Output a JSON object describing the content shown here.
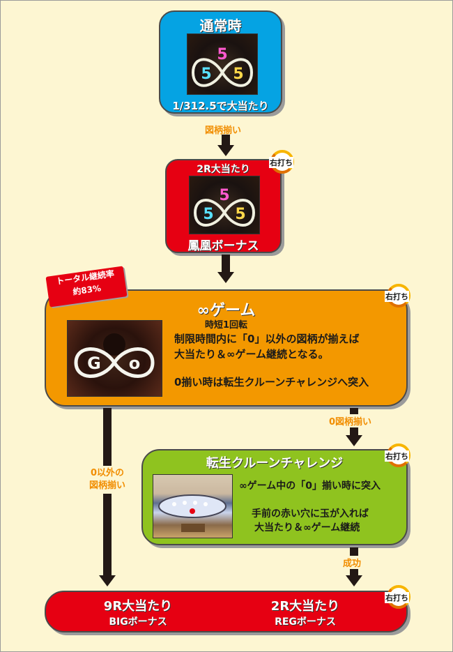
{
  "normal": {
    "title": "通常時",
    "probability": "1/312.5で大当たり",
    "reels": [
      "5",
      "5",
      "5"
    ]
  },
  "arrow1_label": "図柄揃い",
  "hoou": {
    "header": "2R大当たり",
    "title": "鳳凰ボーナス",
    "reels": [
      "5",
      "5",
      "5"
    ]
  },
  "right_hit": "右打ち",
  "ribbon": {
    "line1": "トータル継続率",
    "line2": "約83%"
  },
  "inf": {
    "title": "∞ゲーム",
    "subtitle": "時短1回転",
    "desc1": "制限時間内に「0」以外の図柄が揃えば",
    "desc2": "大当たり＆∞ゲーム継続となる。",
    "desc3": "0揃い時は転生クルーンチャレンジへ突入",
    "reels": [
      "G",
      "o"
    ]
  },
  "arrow_zero_label": "0図柄揃い",
  "arrow_other_label_1": "0以外の",
  "arrow_other_label_2": "図柄揃い",
  "tensei": {
    "title": "転生クルーンチャレンジ",
    "desc1": "∞ゲーム中の「0」揃い時に突入",
    "desc2": "手前の赤い穴に玉が入れば",
    "desc3": "大当たり＆∞ゲーム継続"
  },
  "arrow_success_label": "成功",
  "final": {
    "left_title": "9R大当たり",
    "left_sub": "BIGボーナス",
    "right_title": "2R大当たり",
    "right_sub": "REGボーナス"
  }
}
